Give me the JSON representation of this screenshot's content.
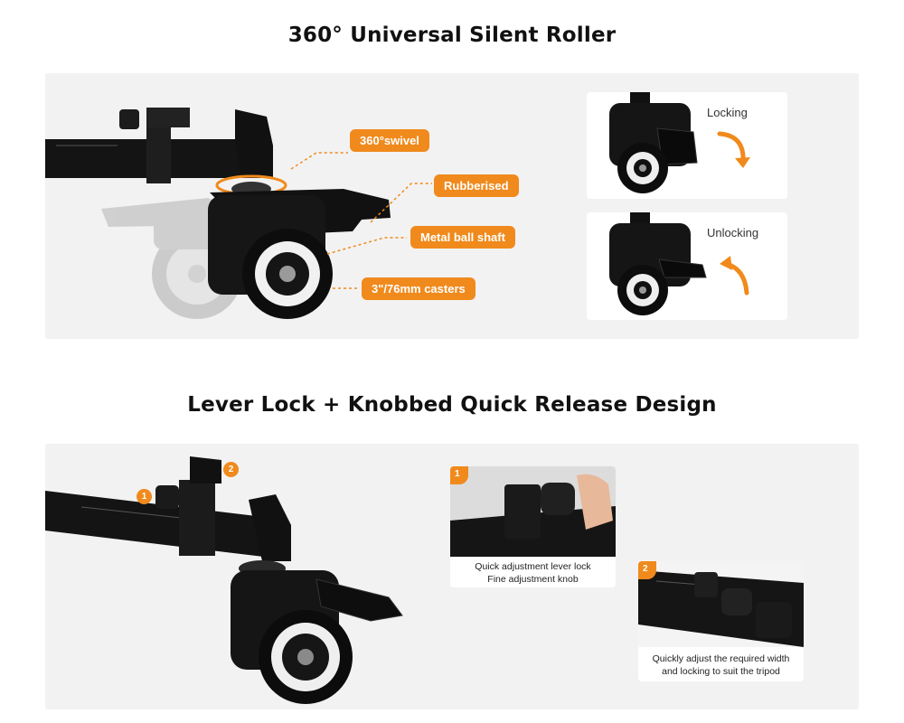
{
  "section1": {
    "title": "360° Universal Silent Roller",
    "callouts": {
      "swivel": "360°swivel",
      "rubberised": "Rubberised",
      "shaft": "Metal ball shaft",
      "casters": "3\"/76mm casters"
    },
    "locking_label": "Locking",
    "unlocking_label": "Unlocking"
  },
  "section2": {
    "title": "Lever Lock + Knobbed Quick Release Design",
    "markers": {
      "one": "1",
      "two": "2"
    },
    "card1": {
      "badge": "1",
      "line1": "Quick adjustment lever lock",
      "line2": "Fine adjustment knob"
    },
    "card2": {
      "badge": "2",
      "line1": "Quickly adjust the required width",
      "line2": "and locking to suit the tripod"
    }
  },
  "colors": {
    "accent": "#f08a1c",
    "panel": "#f2f2f2",
    "product": "#141414"
  }
}
